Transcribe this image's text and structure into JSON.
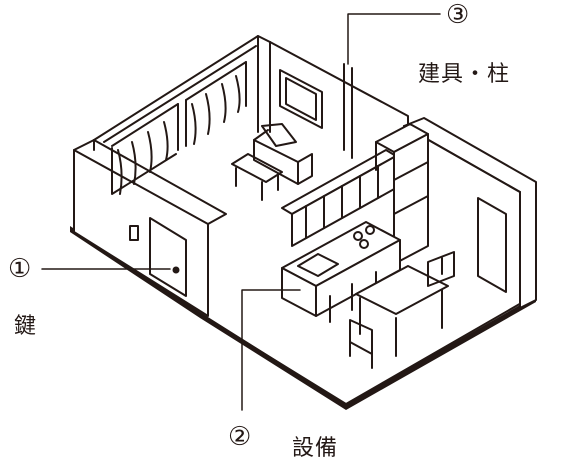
{
  "callouts": [
    {
      "number": "①",
      "label": "鍵"
    },
    {
      "number": "②",
      "label": "設備"
    },
    {
      "number": "③",
      "label": "建具・柱"
    }
  ],
  "colors": {
    "ink": "#231815",
    "paper": "#ffffff"
  }
}
